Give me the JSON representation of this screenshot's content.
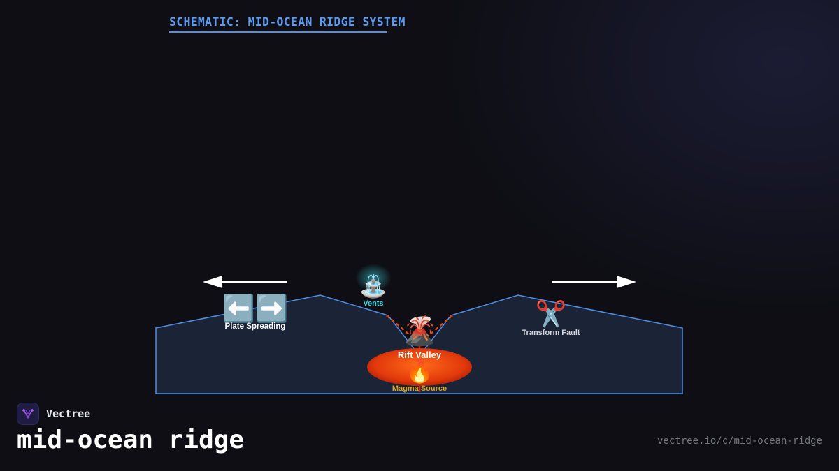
{
  "diagram": {
    "title": "SCHEMATIC: MID-OCEAN RIDGE SYSTEM",
    "labels": {
      "plate_spreading": "Plate Spreading",
      "vents": "Vents",
      "rift_valley": "Rift Valley",
      "magma_source": "Magma Source",
      "transform_fault": "Transform Fault"
    },
    "icons": {
      "plate_spreading": "⬅️➡️",
      "vents": "⛲",
      "rift_valley": "🌋",
      "magma_source": "🔥",
      "transform_fault": "✂️"
    },
    "colors": {
      "title": "#5b9bf0",
      "ridge_outline": "#4f8fe6",
      "ridge_fill": "#1a2436",
      "magma": "#e23a0c",
      "vents_label": "#3fd6e0",
      "magma_label": "#d9a21a",
      "fissure": "#e0441a"
    }
  },
  "brand": {
    "name": "Vectree",
    "logo_icon": "vectree-logo-icon"
  },
  "footer": {
    "topic": "mid-ocean ridge",
    "url": "vectree.io/c/mid-ocean-ridge"
  }
}
